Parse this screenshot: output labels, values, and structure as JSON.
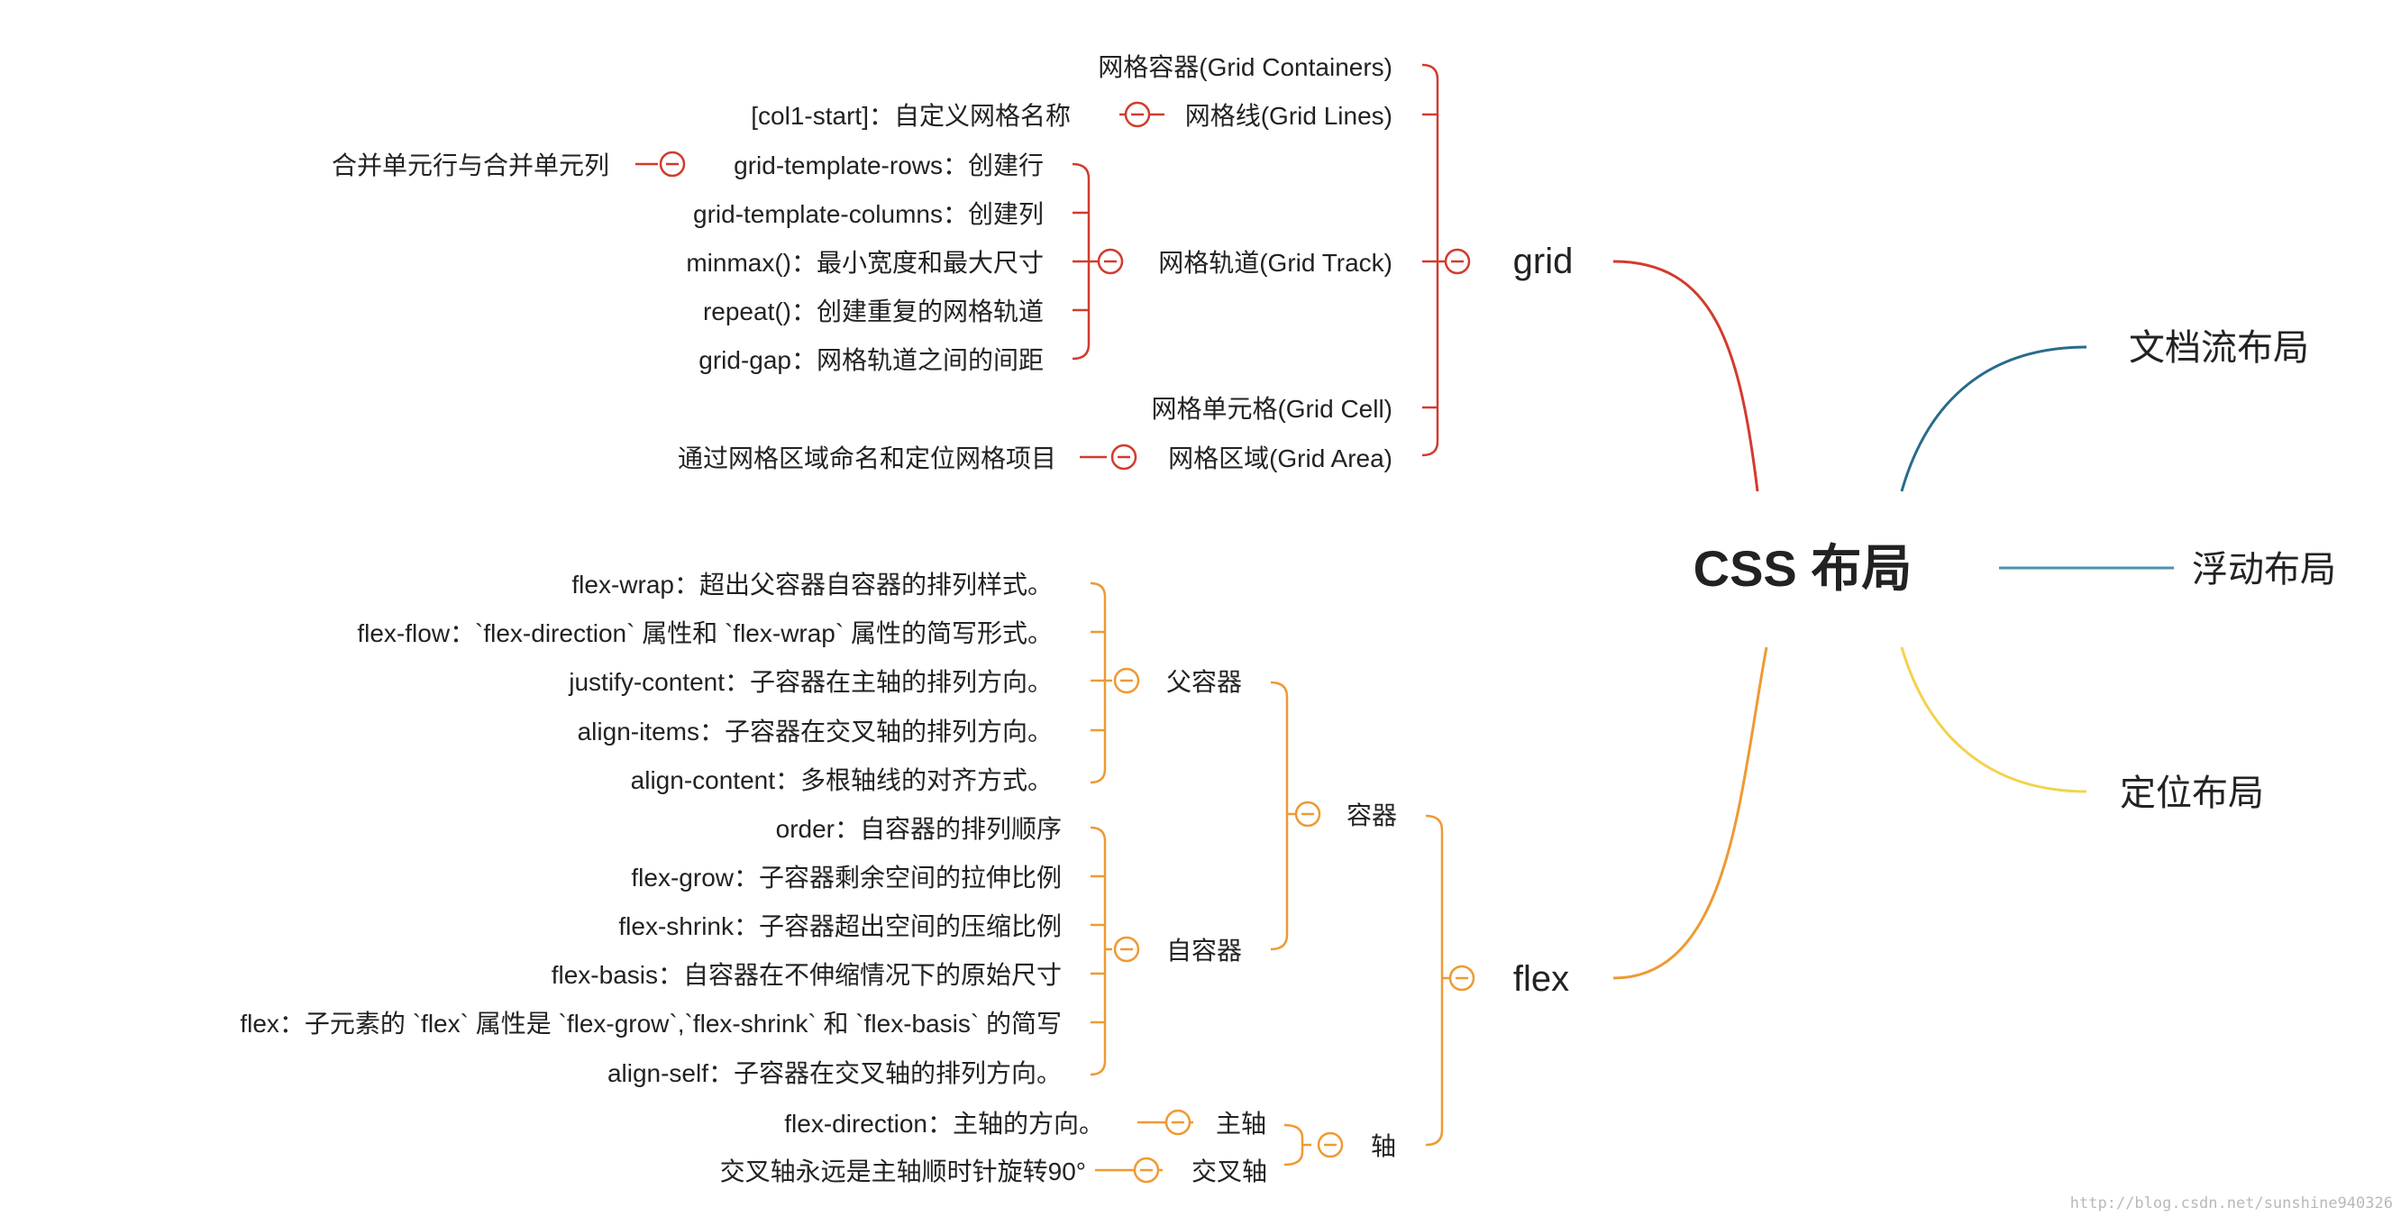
{
  "colors": {
    "grid": "#d23b2e",
    "flex": "#ee9a33",
    "doc": "#286b8c",
    "float": "#4a93ad",
    "pos": "#f3d24c",
    "text": "#222222"
  },
  "root": "CSS 布局",
  "branches": {
    "doc": "文档流布局",
    "float": "浮动布局",
    "pos": "定位布局",
    "grid": "grid",
    "flex": "flex"
  },
  "grid": {
    "containers": "网格容器(Grid Containers)",
    "lines": "网格线(Grid Lines)",
    "lines_child": "[col1-start]：自定义网格名称",
    "track": "网格轨道(Grid Track)",
    "track_children": [
      "grid-template-rows：创建行",
      "grid-template-columns：创建列",
      "minmax()：最小宽度和最大尺寸",
      "repeat()：创建重复的网格轨道",
      "grid-gap：网格轨道之间的间距"
    ],
    "rows_child": "合并单元行与合并单元列",
    "cell": "网格单元格(Grid Cell)",
    "area": "网格区域(Grid Area)",
    "area_child": "通过网格区域命名和定位网格项目"
  },
  "flex": {
    "container": "容器",
    "parent": "父容器",
    "parent_children": [
      "flex-wrap：超出父容器自容器的排列样式。",
      "flex-flow：`flex-direction` 属性和 `flex-wrap` 属性的简写形式。",
      "justify-content：子容器在主轴的排列方向。",
      "align-items：子容器在交叉轴的排列方向。",
      "align-content：多根轴线的对齐方式。"
    ],
    "self": "自容器",
    "self_children": [
      "order：自容器的排列顺序",
      "flex-grow：子容器剩余空间的拉伸比例",
      "flex-shrink：子容器超出空间的压缩比例",
      "flex-basis：自容器在不伸缩情况下的原始尺寸",
      "flex：子元素的 `flex` 属性是 `flex-grow`,`flex-shrink` 和  `flex-basis` 的简写",
      "align-self：子容器在交叉轴的排列方向。"
    ],
    "axis": "轴",
    "main_axis": "主轴",
    "main_axis_child": "flex-direction：主轴的方向。",
    "cross_axis": "交叉轴",
    "cross_axis_child": "交叉轴永远是主轴顺时针旋转90°"
  },
  "watermark": "http://blog.csdn.net/sunshine940326"
}
